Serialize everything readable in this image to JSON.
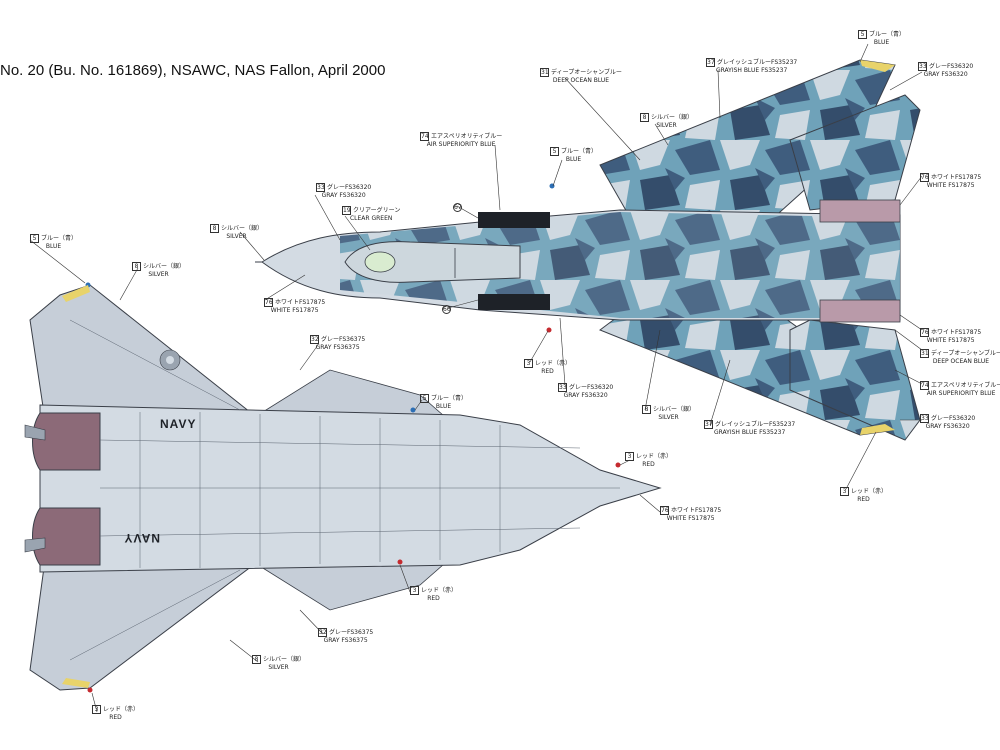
{
  "title": "No. 20 (Bu. No. 161869), NSAWC, NAS Fallon, April 2000",
  "colors": {
    "camo_light": "#cfd9e1",
    "camo_mid": "#6fa2b9",
    "camo_dark": "#3f5d7e",
    "camo_deep": "#344d6b",
    "fuselage_light": "#d3dbe3",
    "underside_gray": "#c6ced8",
    "nozzle": "#8c6a78",
    "red": "#c52a2f",
    "outline": "#3a3f48"
  },
  "underside": {
    "navy_top": "NAVY",
    "navy_bottom": "NAVY"
  },
  "callouts": [
    {
      "id": "c-blue-top",
      "num": "5",
      "jp": "ブルー（青）",
      "en": "BLUE",
      "shape": "square"
    },
    {
      "id": "c-gray-top",
      "num": "33",
      "jp": "グレーFS36320",
      "en": "GRAY FS36320",
      "shape": "square"
    },
    {
      "id": "c-deep-ocean-top",
      "num": "31",
      "jp": "ディープオーシャンブルー",
      "en": "DEEP OCEAN BLUE",
      "shape": "square"
    },
    {
      "id": "c-grayish-top",
      "num": "37",
      "jp": "グレイッシュブルーFS35237",
      "en": "GRAYISH BLUE FS35237",
      "shape": "square"
    },
    {
      "id": "c-silver-top",
      "num": "8",
      "jp": "シルバー（銀）",
      "en": "SILVER",
      "shape": "square"
    },
    {
      "id": "c-airsup-top",
      "num": "74",
      "jp": "エアスペリオリティブルー",
      "en": "AIR SUPERIORITY BLUE",
      "shape": "square"
    },
    {
      "id": "c-blue-mid",
      "num": "5",
      "jp": "ブルー（青）",
      "en": "BLUE",
      "shape": "square"
    },
    {
      "id": "c-gray-canopy",
      "num": "33",
      "jp": "グレーFS36320",
      "en": "GRAY FS36320",
      "shape": "square"
    },
    {
      "id": "c-clear-green",
      "num": "19",
      "jp": "クリアーグリーン",
      "en": "CLEAR GREEN",
      "shape": "square"
    },
    {
      "id": "c-silver-nose",
      "num": "8",
      "jp": "シルバー（銀）",
      "en": "SILVER",
      "shape": "square"
    },
    {
      "id": "c-white-nose",
      "num": "76",
      "jp": "ホワイトFS17875",
      "en": "WHITE FS17875",
      "shape": "square"
    },
    {
      "id": "c-c67",
      "num": "67",
      "jp": "",
      "en": "",
      "shape": "circle"
    },
    {
      "id": "c-c66",
      "num": "66",
      "jp": "",
      "en": "",
      "shape": "circle"
    },
    {
      "id": "c-red-mid",
      "num": "3",
      "jp": "レッド（赤）",
      "en": "RED",
      "shape": "square"
    },
    {
      "id": "c-gray-mid",
      "num": "33",
      "jp": "グレーFS36320",
      "en": "GRAY FS36320",
      "shape": "square"
    },
    {
      "id": "c-silver-mid",
      "num": "8",
      "jp": "シルバー（銀）",
      "en": "SILVER",
      "shape": "square"
    },
    {
      "id": "c-grayish-mid",
      "num": "37",
      "jp": "グレイッシュブルーFS35237",
      "en": "GRAYISH BLUE FS35237",
      "shape": "square"
    },
    {
      "id": "c-red-right",
      "num": "3",
      "jp": "レッド（赤）",
      "en": "RED",
      "shape": "square"
    },
    {
      "id": "c-gray-right",
      "num": "33",
      "jp": "グレーFS36320",
      "en": "GRAY FS36320",
      "shape": "square"
    },
    {
      "id": "c-white-right",
      "num": "76",
      "jp": "ホワイトFS17875",
      "en": "WHITE FS17875",
      "shape": "square"
    },
    {
      "id": "c-white-right2",
      "num": "76",
      "jp": "ホワイトFS17875",
      "en": "WHITE FS17875",
      "shape": "square"
    },
    {
      "id": "c-deep-ocean-right",
      "num": "31",
      "jp": "ディープオーシャンブルー",
      "en": "DEEP OCEAN BLUE",
      "shape": "square"
    },
    {
      "id": "c-airsup-right",
      "num": "74",
      "jp": "エアスペリオリティブルー",
      "en": "AIR SUPERIORITY BLUE",
      "shape": "square"
    },
    {
      "id": "c-gray-right2",
      "num": "33",
      "jp": "グレーFS36320",
      "en": "GRAY FS36320",
      "shape": "square"
    },
    {
      "id": "c-blue-under-left",
      "num": "5",
      "jp": "ブルー（青）",
      "en": "BLUE",
      "shape": "square"
    },
    {
      "id": "c-silver-under-left",
      "num": "8",
      "jp": "シルバー（銀）",
      "en": "SILVER",
      "shape": "square"
    },
    {
      "id": "c-gray-under-top",
      "num": "32",
      "jp": "グレーFS36375",
      "en": "GRAY FS36375",
      "shape": "square"
    },
    {
      "id": "c-blue-under-mid",
      "num": "5",
      "jp": "ブルー（青）",
      "en": "BLUE",
      "shape": "square"
    },
    {
      "id": "c-red-under-nose",
      "num": "3",
      "jp": "レッド（赤）",
      "en": "RED",
      "shape": "square"
    },
    {
      "id": "c-white-under-nose",
      "num": "76",
      "jp": "ホワイトFS17875",
      "en": "WHITE FS17875",
      "shape": "square"
    },
    {
      "id": "c-red-under-mid",
      "num": "3",
      "jp": "レッド（赤）",
      "en": "RED",
      "shape": "square"
    },
    {
      "id": "c-gray-under-bot",
      "num": "32",
      "jp": "グレーFS36375",
      "en": "GRAY FS36375",
      "shape": "square"
    },
    {
      "id": "c-silver-under-bot",
      "num": "8",
      "jp": "シルバー（銀）",
      "en": "SILVER",
      "shape": "square"
    },
    {
      "id": "c-red-under-bot",
      "num": "3",
      "jp": "レッド（赤）",
      "en": "RED",
      "shape": "square"
    }
  ]
}
